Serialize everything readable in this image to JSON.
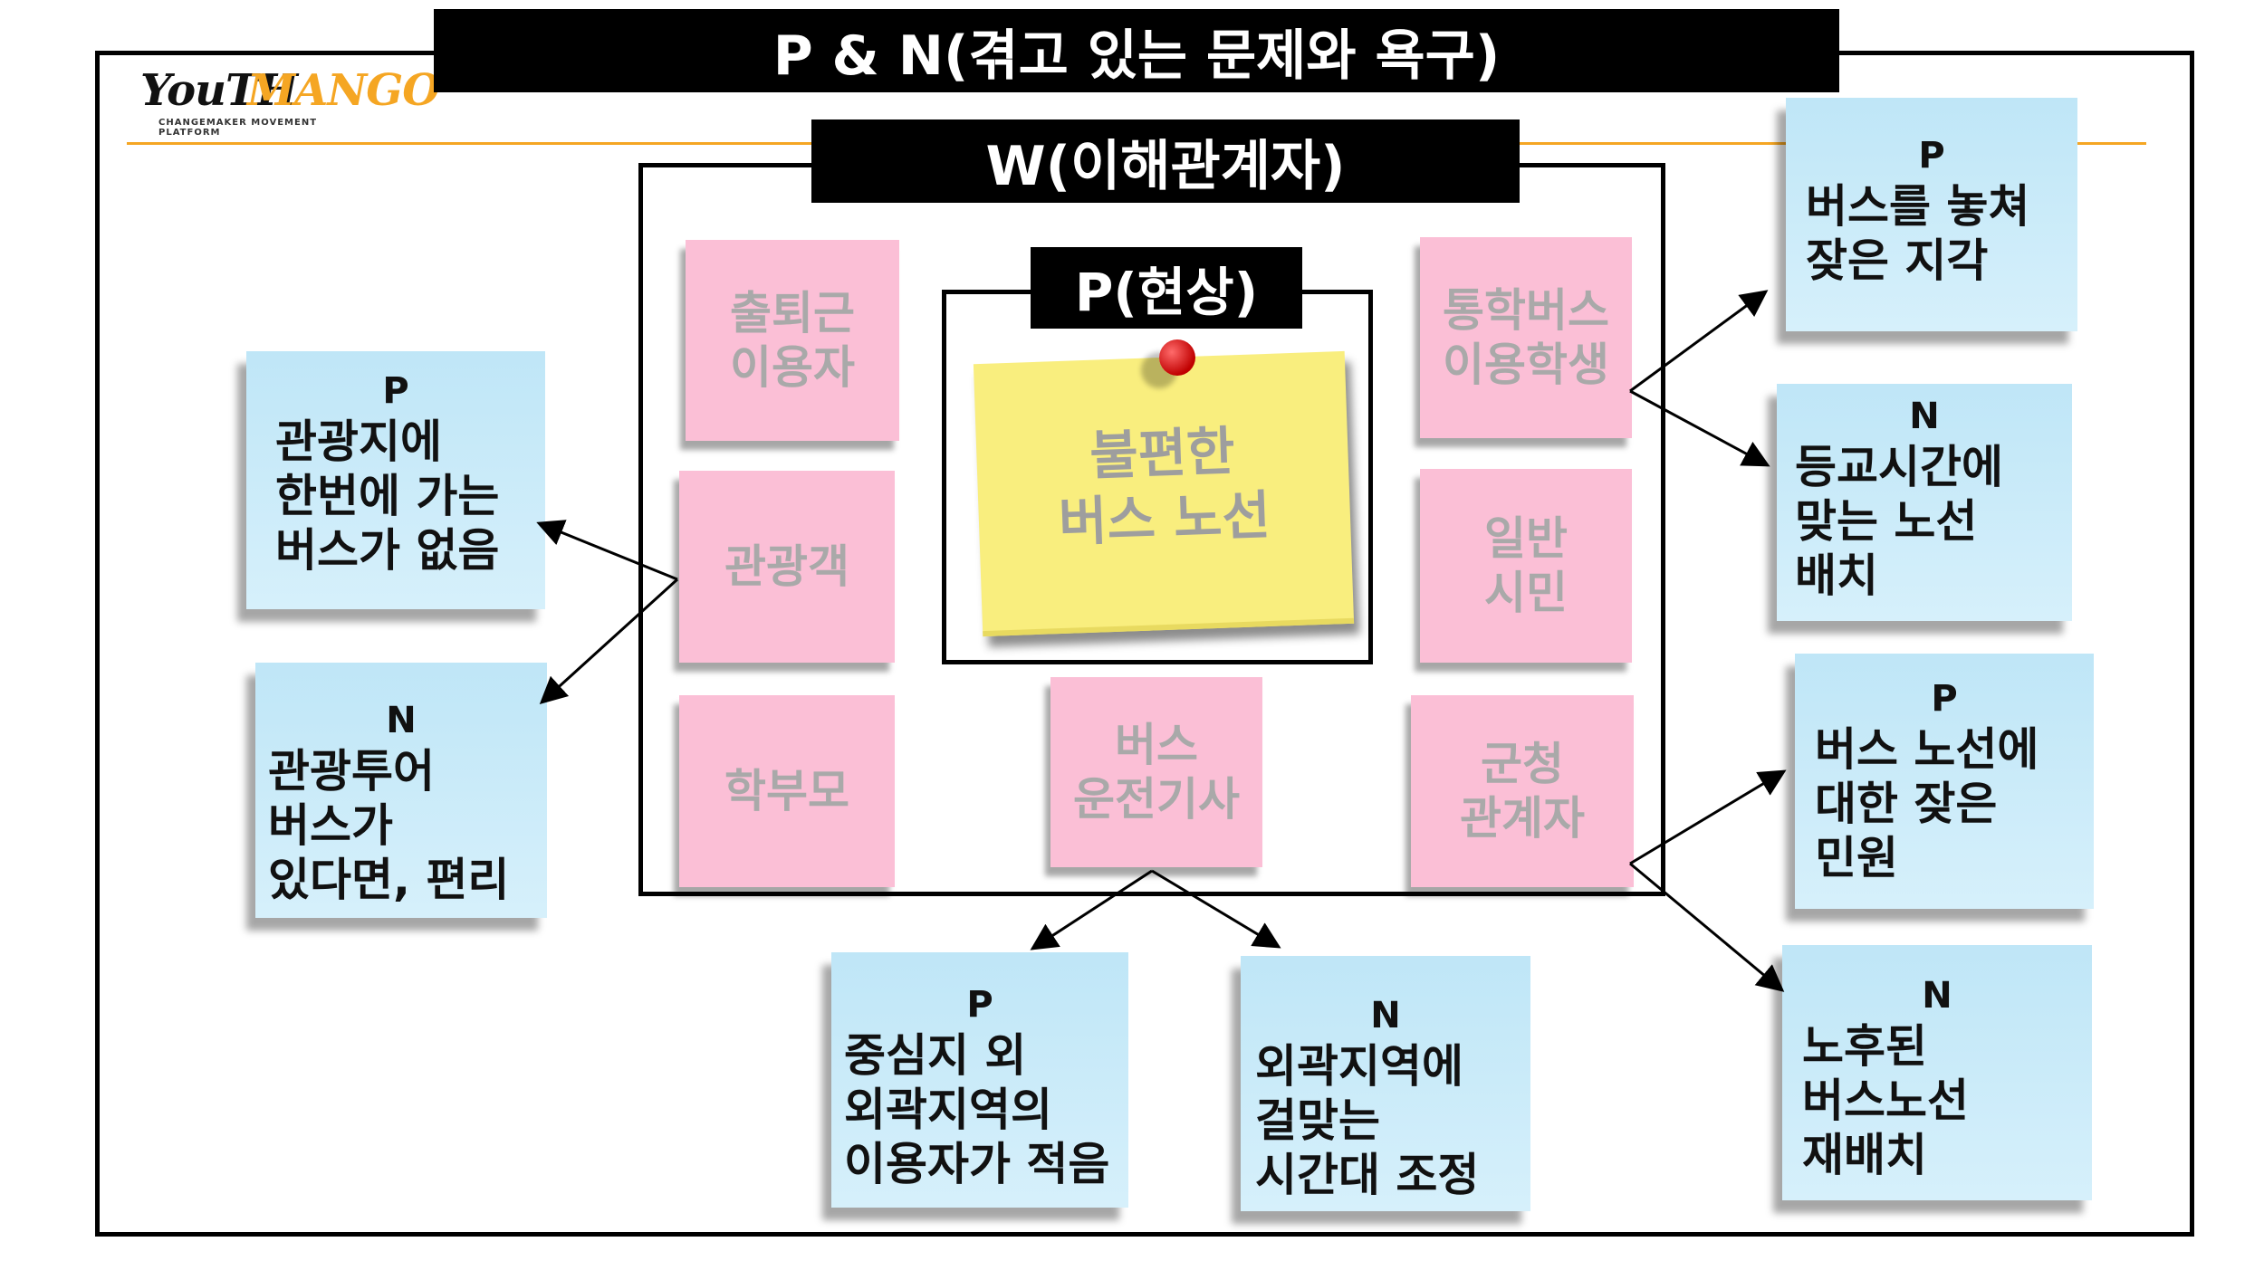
{
  "title": "P & N(겪고 있는 문제와 욕구)",
  "logo": {
    "word1": "YouTH",
    "word2": "MANGO",
    "tagline": "CHANGEMAKER MOVEMENT PLATFORM"
  },
  "stakeholders_label": "W(이해관계자)",
  "phenomenon_label": "P(현상)",
  "phenomenon_note": "불편한\n버스 노선",
  "stakeholders": {
    "commuters": "출퇴근\n이용자",
    "tourists": "관광객",
    "parents": "학부모",
    "bus_drivers": "버스\n운전기사",
    "school_students": "통학버스\n이용학생",
    "citizens": "일반\n시민",
    "county_officials": "군청\n관계자"
  },
  "notes": {
    "tourist_p": {
      "head": "P",
      "body": "관광지에\n한번에 가는\n버스가 없음"
    },
    "tourist_n": {
      "head": "N",
      "body": "관광투어\n버스가\n있다면, 편리"
    },
    "driver_p": {
      "head": "P",
      "body": "중심지 외\n외곽지역의\n이용자가 적음"
    },
    "driver_n": {
      "head": "N",
      "body": "외곽지역에\n걸맞는\n시간대 조정"
    },
    "student_p": {
      "head": "P",
      "body": "버스를 놓쳐\n잦은 지각"
    },
    "student_n": {
      "head": "N",
      "body": "등교시간에\n맞는 노선\n배치"
    },
    "official_p": {
      "head": "P",
      "body": "버스 노선에\n대한 잦은\n민원"
    },
    "official_n": {
      "head": "N",
      "body": "노후된\n버스노선\n재배치"
    }
  }
}
